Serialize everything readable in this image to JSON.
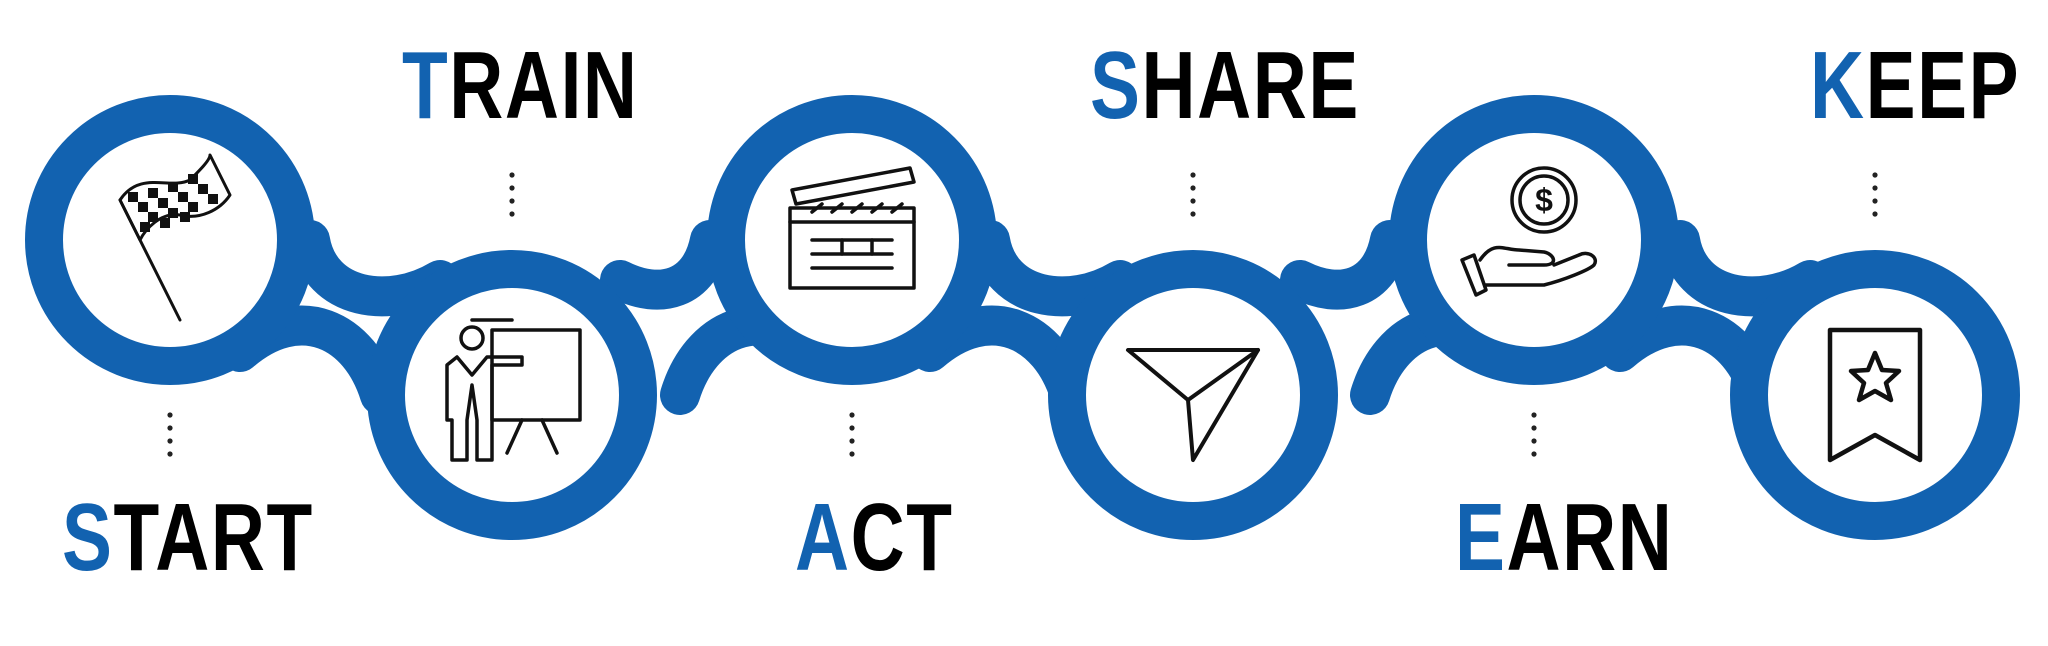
{
  "colors": {
    "accent": "#1262b0",
    "ring_bg": "#ffffff",
    "text": "#000000",
    "icon_stroke": "#111111"
  },
  "steps": [
    {
      "first": "S",
      "rest": "TART",
      "icon": "checkered-flag-icon"
    },
    {
      "first": "T",
      "rest": "RAIN",
      "icon": "presenter-board-icon"
    },
    {
      "first": "A",
      "rest": "CT",
      "icon": "clapperboard-icon"
    },
    {
      "first": "S",
      "rest": "HARE",
      "icon": "paper-plane-icon"
    },
    {
      "first": "E",
      "rest": "ARN",
      "icon": "hand-coin-icon"
    },
    {
      "first": "K",
      "rest": "EEP",
      "icon": "bookmark-star-icon"
    }
  ]
}
